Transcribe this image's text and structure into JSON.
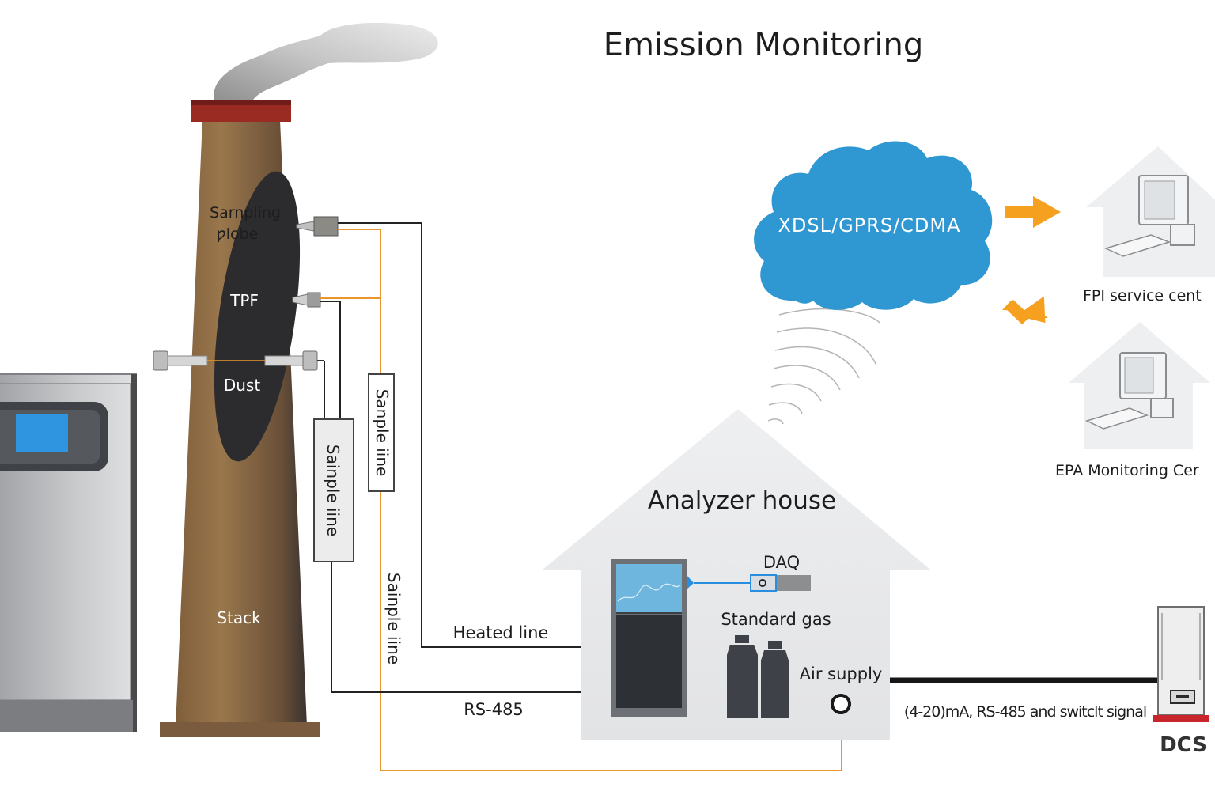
{
  "title": "Emission Monitoring",
  "stack": {
    "sampling_probe_line1": "Sarnpling",
    "sampling_probe_line2": "ƿlobe",
    "tpf": "TPF",
    "dust": "Dust",
    "stack": "Stack"
  },
  "lines": {
    "sample_line_1": "Sainple iine",
    "sample_line_2": "Sanple iine",
    "sample_line_3": "Sainple iine",
    "heated_line": "Heated line",
    "rs485": "RS-485"
  },
  "analyzer_house": {
    "title": "Analyzer house",
    "daq": "DAQ",
    "standard_gas": "Standard gas",
    "air_supply": "Air supply"
  },
  "network": {
    "cloud_label": "XDSL/GPRS/CDMA",
    "fpi_service": "FPI service cent",
    "epa_monitoring": "EPA Monitoring Cer"
  },
  "dcs": {
    "signal": "(4-20)mA, RS-485 and switclt signal",
    "label": "DCS"
  },
  "colors": {
    "stack_brown": "#8e6b45",
    "cloud_blue": "#2f97d1",
    "arrow_orange": "#f5a01e",
    "sample_line_orange": "#e8962d",
    "cap_red": "#9a2b22"
  },
  "icons": [
    "smoke-icon",
    "cloud-icon",
    "computer-icon",
    "gas-cylinder-icon",
    "air-supply-icon",
    "server-tower-icon",
    "arrow-right-icon",
    "signal-waves-icon"
  ]
}
